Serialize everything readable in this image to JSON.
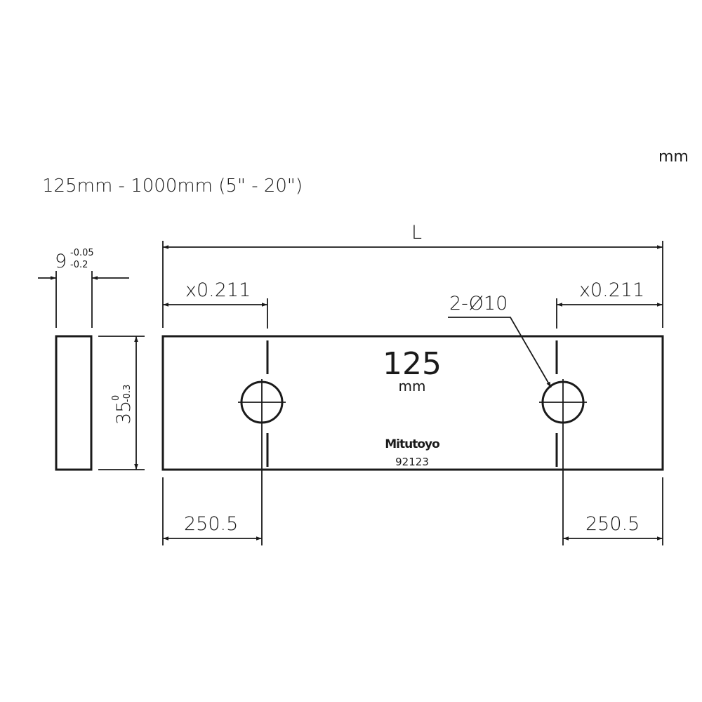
{
  "unit_label": "mm",
  "range_title": "125mm - 1000mm (5\" - 20\")",
  "side_view": {
    "thickness": "9",
    "thickness_tol_upper": "-0.05",
    "thickness_tol_lower": "-0.2",
    "height": "35",
    "height_tol_upper": "0",
    "height_tol_lower": "-0.3"
  },
  "front_view": {
    "length_label": "L",
    "hole_offset_left": "x0.211",
    "hole_offset_right": "x0.211",
    "hole_callout": "2-Ø10",
    "edge_dist_left": "250.5",
    "edge_dist_right": "250.5",
    "engraving_size": "125",
    "engraving_unit": "mm",
    "brand": "Mitutoyo",
    "part_number": "92123"
  }
}
